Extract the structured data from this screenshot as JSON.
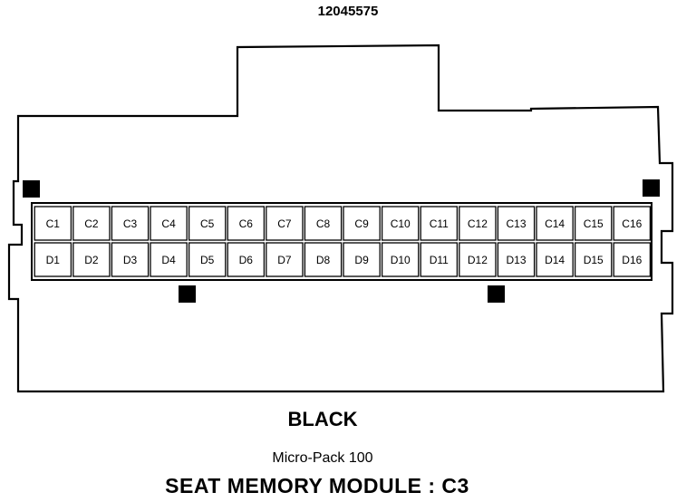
{
  "part_number": "12045575",
  "color": "BLACK",
  "connector_type": "Micro-Pack 100",
  "module_title": "SEAT MEMORY MODULE : C3",
  "rows": [
    [
      "C1",
      "C2",
      "C3",
      "C4",
      "C5",
      "C6",
      "C7",
      "C8",
      "C9",
      "C10",
      "C11",
      "C12",
      "C13",
      "C14",
      "C15",
      "C16"
    ],
    [
      "D1",
      "D2",
      "D3",
      "D4",
      "D5",
      "D6",
      "D7",
      "D8",
      "D9",
      "D10",
      "D11",
      "D12",
      "D13",
      "D14",
      "D15",
      "D16"
    ]
  ]
}
